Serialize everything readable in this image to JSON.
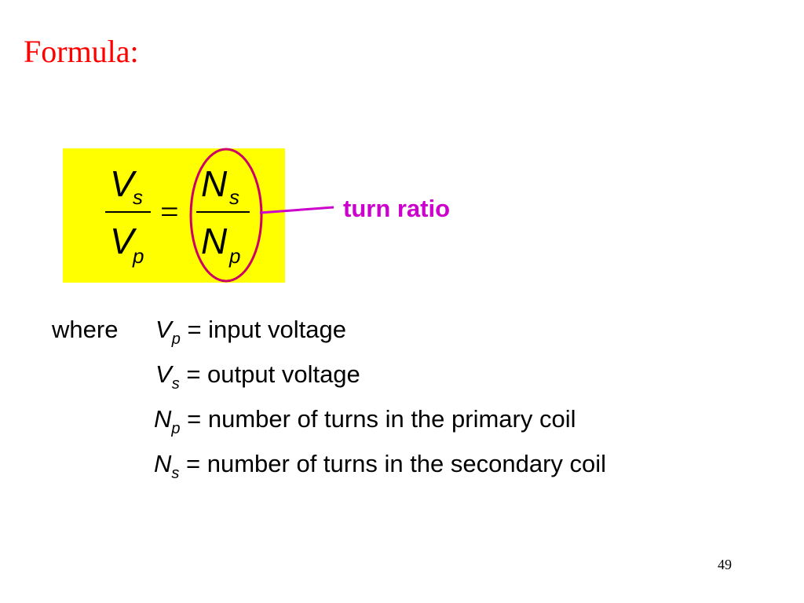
{
  "title": "Formula:",
  "formula": {
    "lhs_num": {
      "symbol": "V",
      "sub": "s"
    },
    "lhs_den": {
      "symbol": "V",
      "sub": "p"
    },
    "equals": "=",
    "rhs_num": {
      "symbol": "N",
      "sub": "s"
    },
    "rhs_den": {
      "symbol": "N",
      "sub": "p"
    },
    "box_color": "#ffff00",
    "highlight_color": "#cc0066"
  },
  "callout": {
    "label": "turn ratio",
    "color": "#cc00cc"
  },
  "definitions": {
    "intro": "where",
    "items": [
      {
        "symbol": "V",
        "sub": "p",
        "text": "= input voltage"
      },
      {
        "symbol": "V",
        "sub": "s",
        "text": "= output voltage"
      },
      {
        "symbol": "N",
        "sub": "p",
        "text": "= number of turns in the primary coil"
      },
      {
        "symbol": "N",
        "sub": "s",
        "text": "= number of turns in the secondary coil"
      }
    ]
  },
  "page_number": "49",
  "colors": {
    "title": "#ff0000",
    "text": "#000000"
  }
}
